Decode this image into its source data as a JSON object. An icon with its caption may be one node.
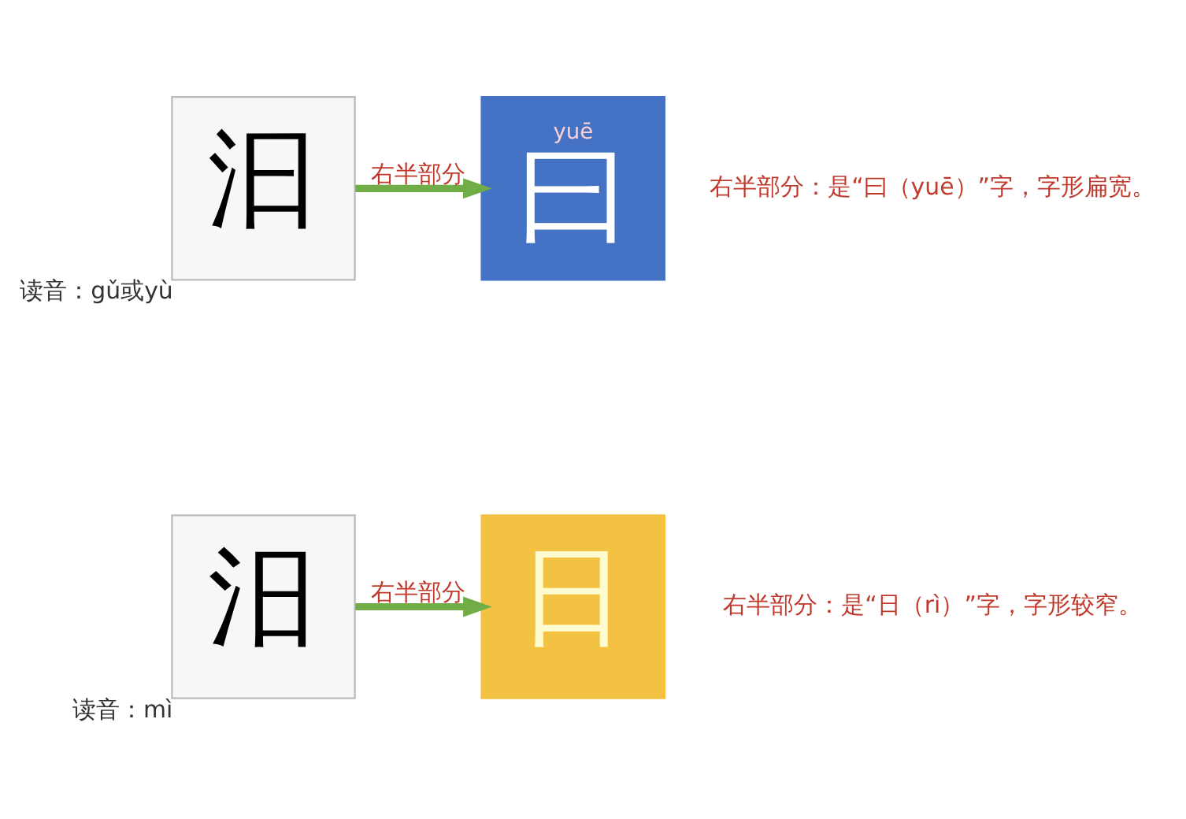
{
  "diagram": {
    "nodes": [
      {
        "text": [
          "汩"
        ],
        "beside": [
          "读音：gǔ或yù"
        ]
      },
      {
        "text": [
          "yuē",
          "曰"
        ],
        "beside": [
          "右半部分：是“曰（yuē）”字，字形扁宽。"
        ]
      },
      {
        "text": [
          "汨"
        ],
        "beside": [
          "读音：mì"
        ]
      },
      {
        "text": [
          "日"
        ],
        "beside": [
          "右半部分：是“日（rì）”字，字形较窄。"
        ]
      }
    ],
    "edges": [
      {
        "from": 0,
        "to": 1,
        "arrow": "to",
        "label": "右半部分"
      },
      {
        "from": 2,
        "to": 3,
        "arrow": "to",
        "label": "右半部分"
      }
    ]
  }
}
